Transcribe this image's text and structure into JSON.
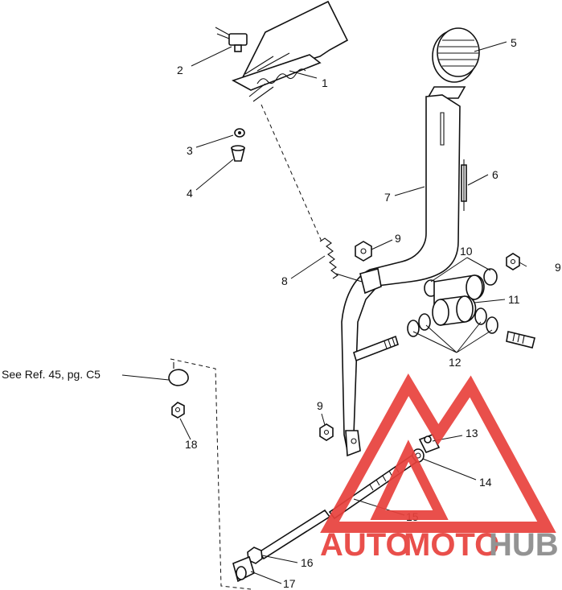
{
  "reference_note": "See Ref. 45, pg. C5",
  "callouts": [
    "1",
    "2",
    "3",
    "4",
    "5",
    "6",
    "7",
    "8",
    "9",
    "9",
    "9",
    "10",
    "11",
    "12",
    "13",
    "14",
    "15",
    "16",
    "17",
    "18"
  ],
  "watermark": {
    "part1": "AUTO",
    "part2": "MOTO",
    "part3": "HUB",
    "color_red": "#e8413c",
    "color_gray": "#8a8a8a"
  }
}
